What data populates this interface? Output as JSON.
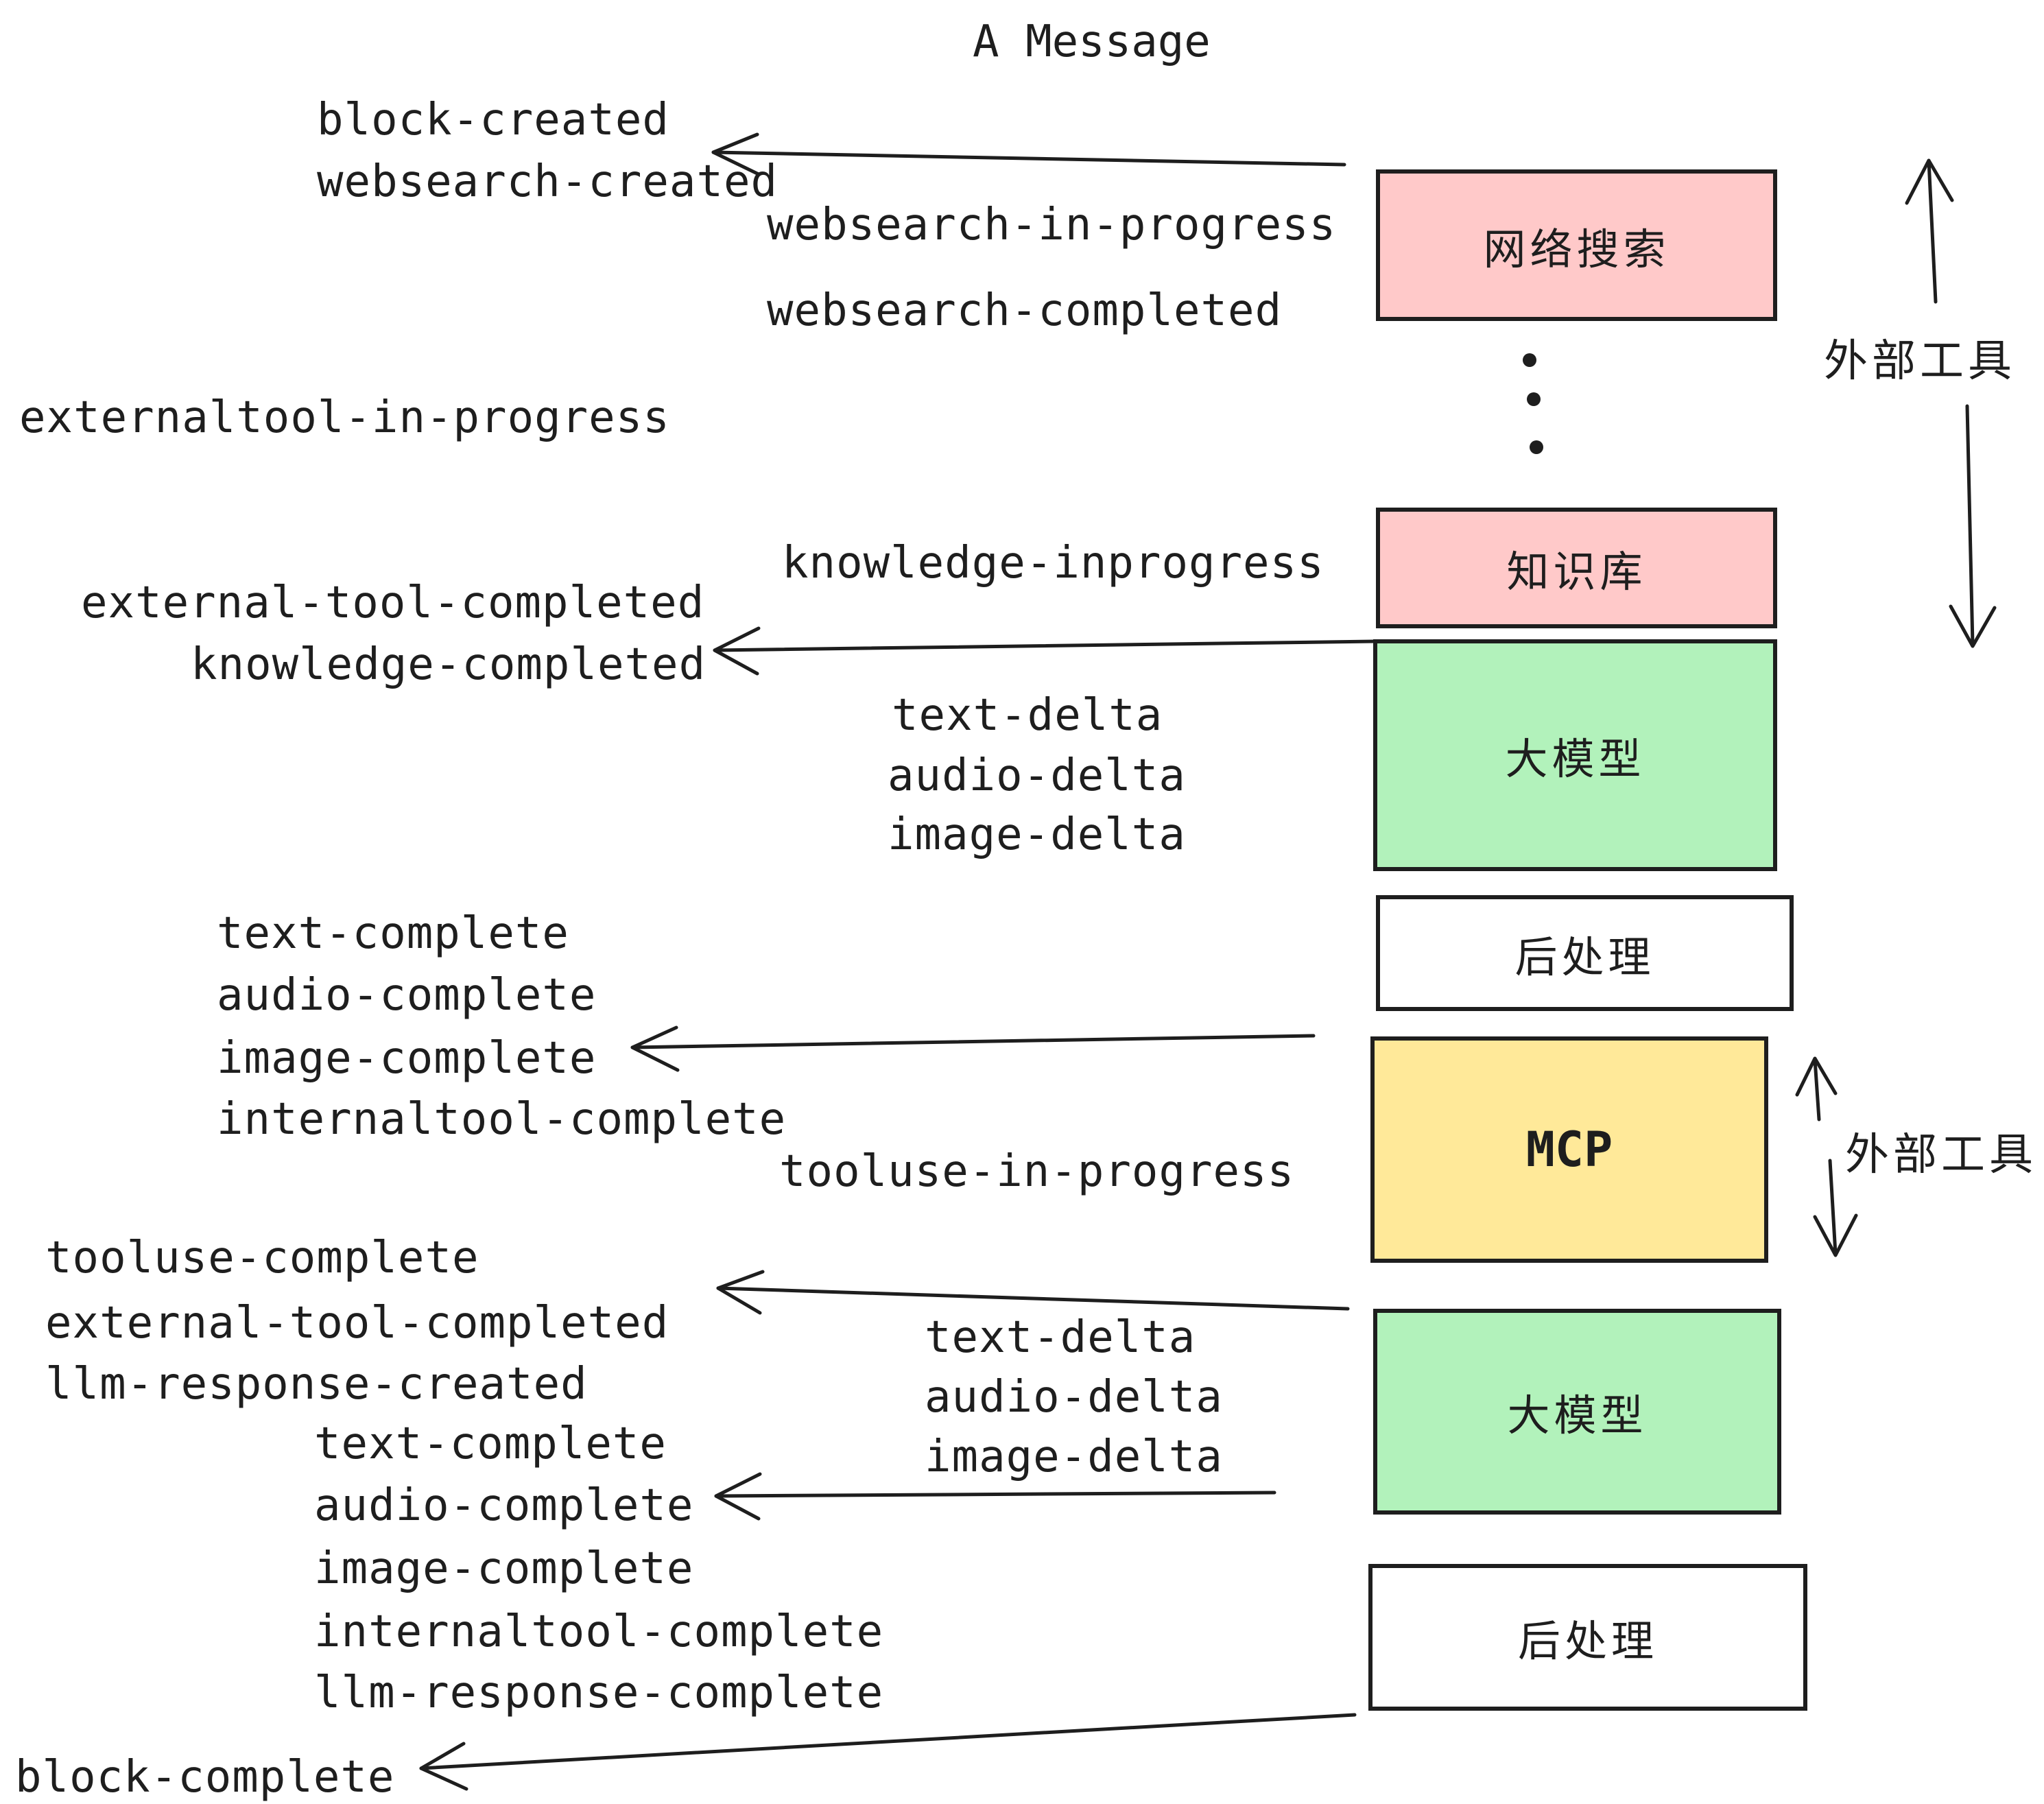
{
  "title": "A Message",
  "colors": {
    "ink": "#1e1e1e",
    "pink": "#ffc9c9",
    "green": "#b2f2bb",
    "yellow": "#ffe999",
    "paper": "#ffffff"
  },
  "boxes": [
    {
      "label": "网络搜索",
      "color": "pink"
    },
    {
      "label": "知识库",
      "color": "pink"
    },
    {
      "label": "大模型",
      "color": "green"
    },
    {
      "label": "后处理",
      "color": "white"
    },
    {
      "label": "MCP",
      "color": "yellow"
    },
    {
      "label": "大模型",
      "color": "green"
    },
    {
      "label": "后处理",
      "color": "white"
    }
  ],
  "side_labels": [
    {
      "text": "外部工具"
    },
    {
      "text": "外部工具"
    }
  ],
  "events": [
    {
      "id": "block-created",
      "text": "block-created"
    },
    {
      "id": "websearch-created",
      "text": "websearch-created"
    },
    {
      "id": "websearch-in-progress",
      "text": "websearch-in-progress"
    },
    {
      "id": "websearch-completed",
      "text": "websearch-completed"
    },
    {
      "id": "externaltool-in-progress",
      "text": "externaltool-in-progress"
    },
    {
      "id": "knowledge-inprogress",
      "text": "knowledge-inprogress"
    },
    {
      "id": "external-tool-completed",
      "text": "external-tool-completed"
    },
    {
      "id": "knowledge-completed",
      "text": "knowledge-completed"
    },
    {
      "id": "text-delta-1",
      "text": "text-delta"
    },
    {
      "id": "audio-delta-1",
      "text": "audio-delta"
    },
    {
      "id": "image-delta-1",
      "text": "image-delta"
    },
    {
      "id": "text-complete-1",
      "text": "text-complete"
    },
    {
      "id": "audio-complete-1",
      "text": "audio-complete"
    },
    {
      "id": "image-complete-1",
      "text": "image-complete"
    },
    {
      "id": "internaltool-complete-1",
      "text": "internaltool-complete"
    },
    {
      "id": "tooluse-in-progress",
      "text": "tooluse-in-progress"
    },
    {
      "id": "tooluse-complete",
      "text": "tooluse-complete"
    },
    {
      "id": "external-tool-completed-2",
      "text": "external-tool-completed"
    },
    {
      "id": "llm-response-created",
      "text": "llm-response-created"
    },
    {
      "id": "text-delta-2",
      "text": "text-delta"
    },
    {
      "id": "audio-delta-2",
      "text": "audio-delta"
    },
    {
      "id": "image-delta-2",
      "text": "image-delta"
    },
    {
      "id": "text-complete-2",
      "text": "text-complete"
    },
    {
      "id": "audio-complete-2",
      "text": "audio-complete"
    },
    {
      "id": "image-complete-2",
      "text": "image-complete"
    },
    {
      "id": "internaltool-complete-2",
      "text": "internaltool-complete"
    },
    {
      "id": "llm-response-complete",
      "text": "llm-response-complete"
    },
    {
      "id": "block-complete",
      "text": "block-complete"
    }
  ]
}
